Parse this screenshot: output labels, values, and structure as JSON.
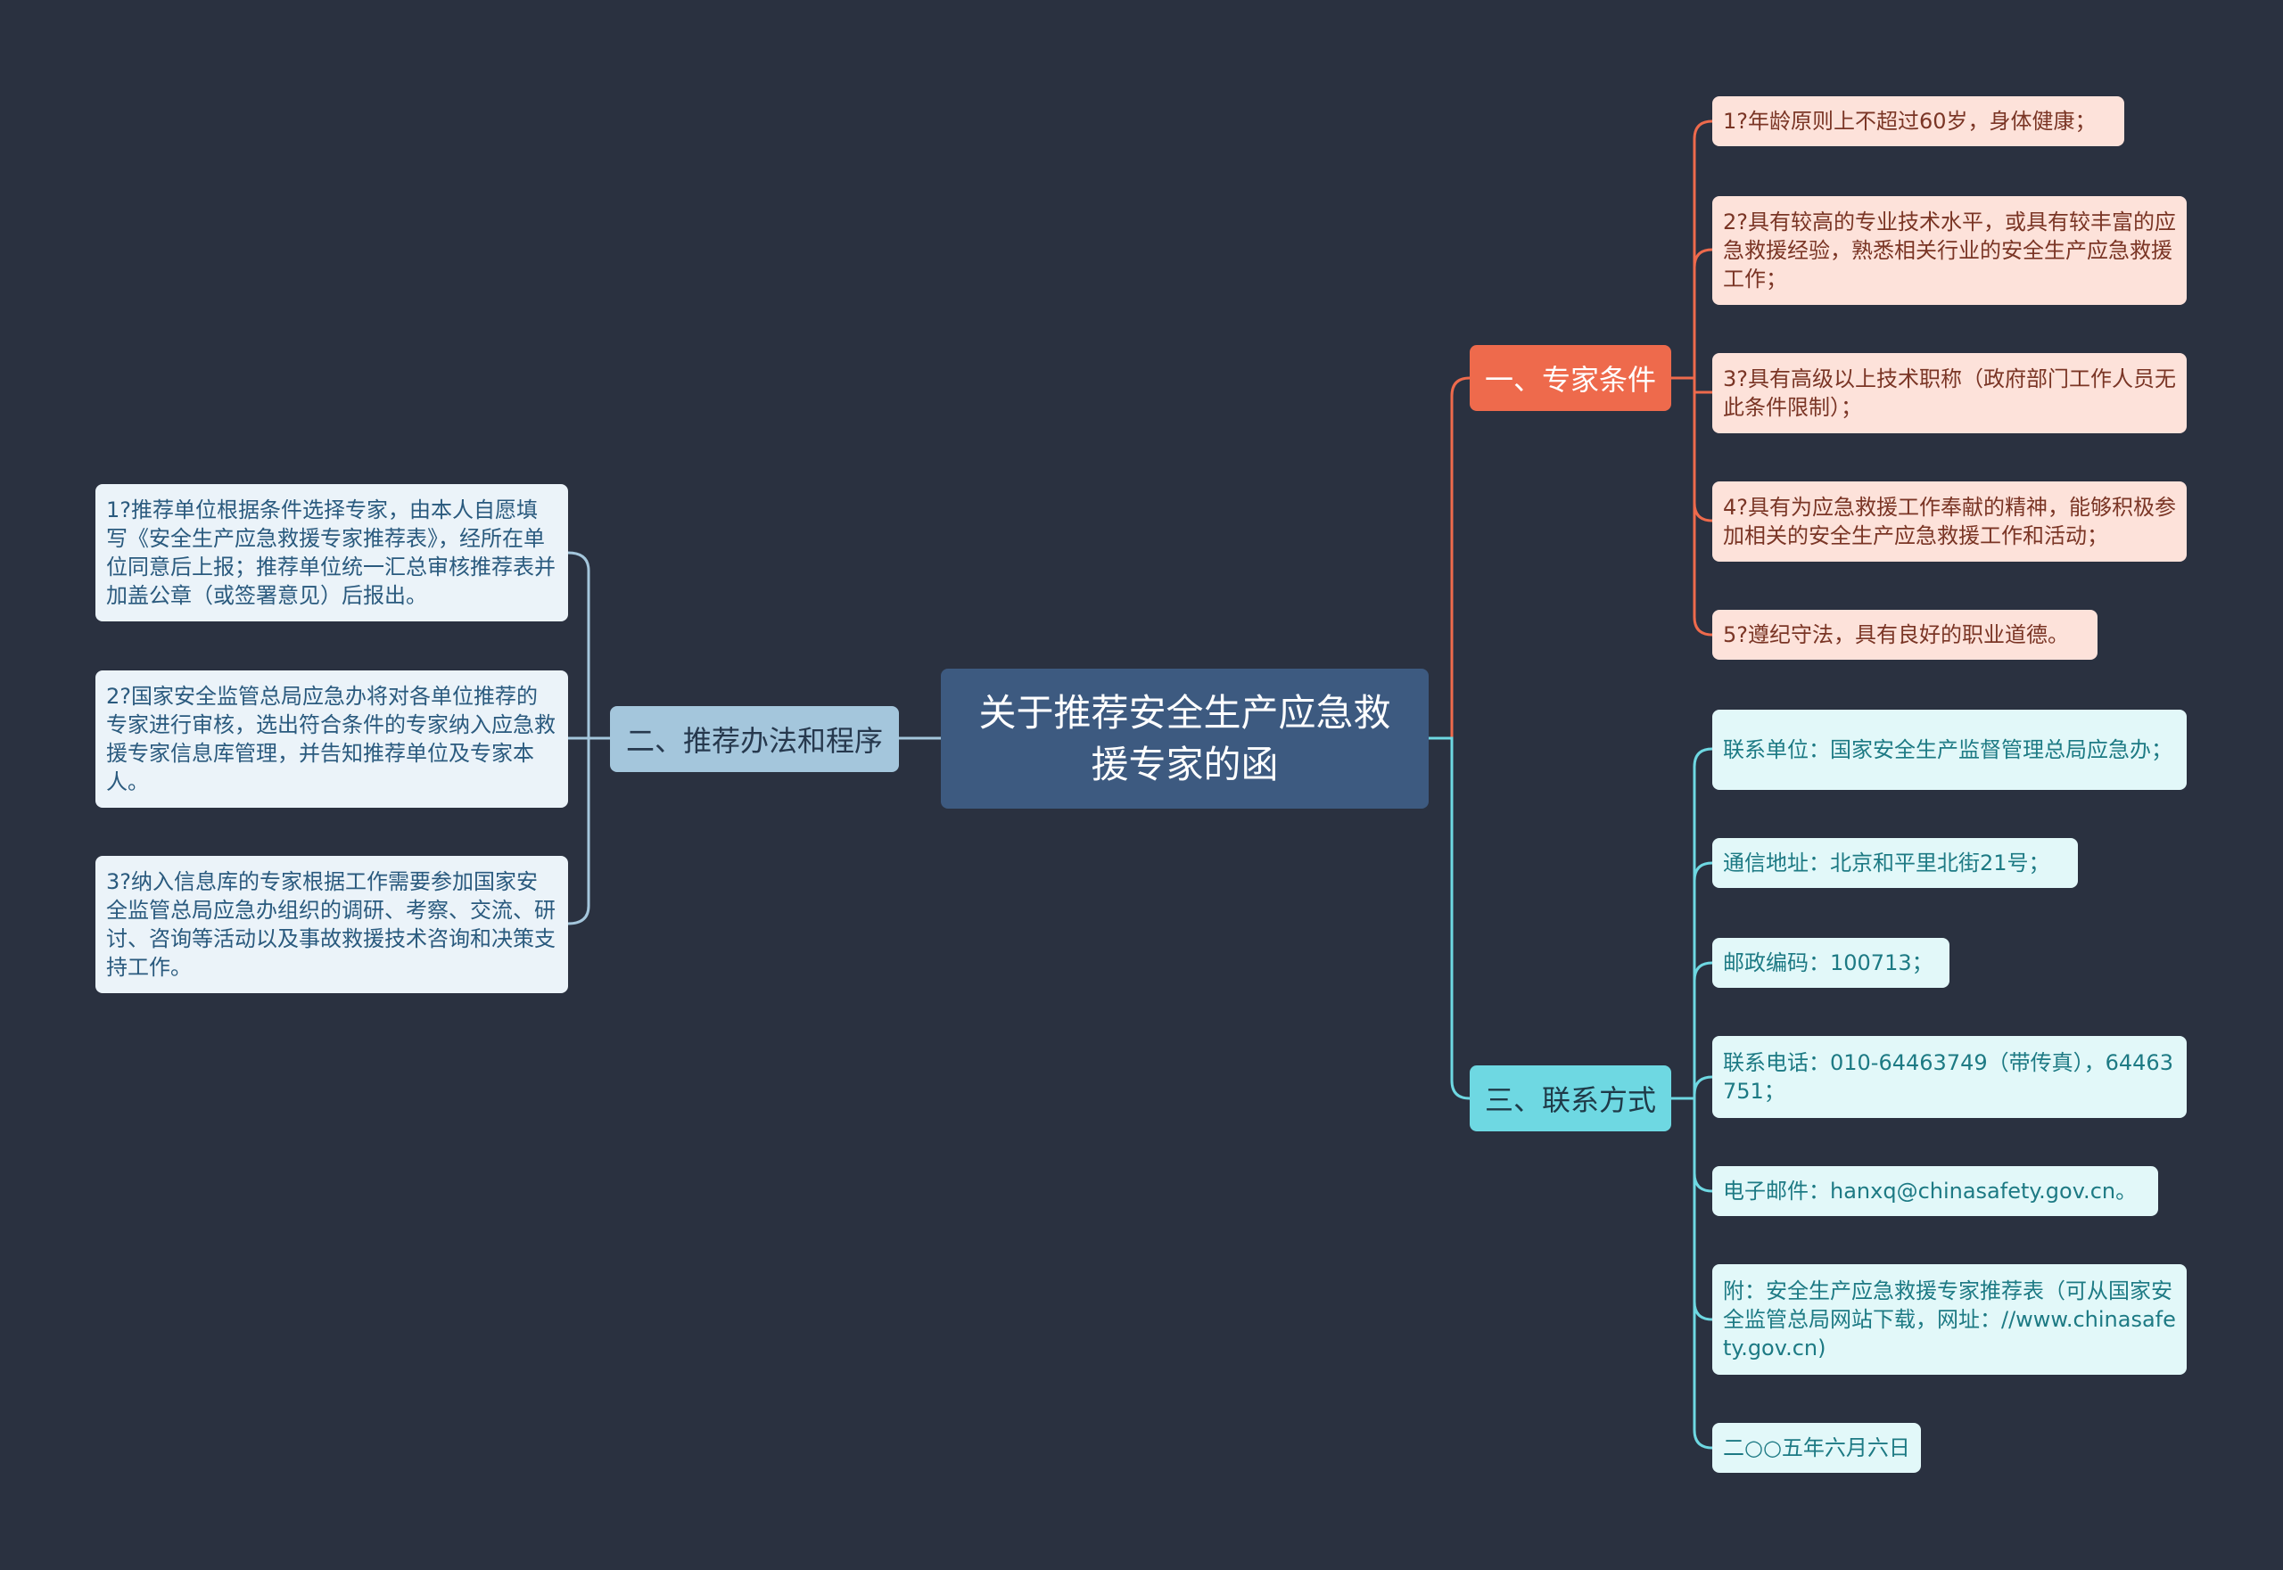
{
  "colors": {
    "background": "#2a3140",
    "root": "#3d5a80",
    "branch_one": "#ee6a4c",
    "branch_two": "#a4c6dc",
    "branch_three": "#6ed8e2"
  },
  "root": {
    "title": "关于推荐安全生产应急救援专家的函"
  },
  "branches": {
    "one": {
      "label": "一、专家条件",
      "items": [
        "1?年龄原则上不超过60岁，身体健康；",
        "2?具有较高的专业技术水平，或具有较丰富的应急救援经验，熟悉相关行业的安全生产应急救援工作；",
        "3?具有高级以上技术职称（政府部门工作人员无此条件限制）；",
        "4?具有为应急救援工作奉献的精神，能够积极参加相关的安全生产应急救援工作和活动；",
        "5?遵纪守法，具有良好的职业道德。"
      ]
    },
    "two": {
      "label": "二、推荐办法和程序",
      "items": [
        "1?推荐单位根据条件选择专家，由本人自愿填写《安全生产应急救援专家推荐表》，经所在单位同意后上报；推荐单位统一汇总审核推荐表并加盖公章（或签署意见）后报出。",
        "2?国家安全监管总局应急办将对各单位推荐的专家进行审核，选出符合条件的专家纳入应急救援专家信息库管理，并告知推荐单位及专家本人。",
        "3?纳入信息库的专家根据工作需要参加国家安全监管总局应急办组织的调研、考察、交流、研讨、咨询等活动以及事故救援技术咨询和决策支持工作。"
      ]
    },
    "three": {
      "label": "三、联系方式",
      "items": [
        "联系单位：国家安全生产监督管理总局应急办；",
        "通信地址：北京和平里北街21号；",
        "邮政编码：100713；",
        "联系电话：010-64463749（带传真），64463751；",
        "电子邮件：hanxq@chinasafety.gov.cn。",
        "附：安全生产应急救援专家推荐表（可从国家安全监管总局网站下载，网址：//www.chinasafety.gov.cn)",
        "二○○五年六月六日"
      ]
    }
  }
}
